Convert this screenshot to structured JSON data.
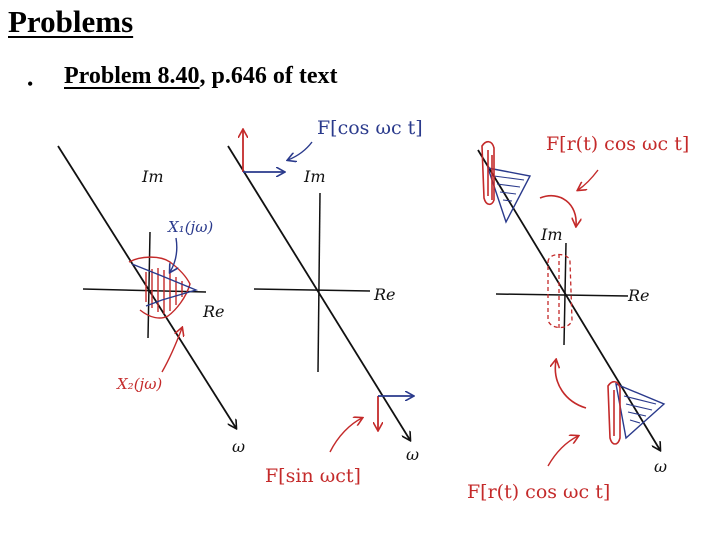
{
  "slide": {
    "title": "Problems",
    "bullet": {
      "marker": "•",
      "link_text": "Problem 8.40",
      "rest_text": ", p.646 of text"
    }
  },
  "figure": {
    "left_diagram": {
      "im_label": "Im",
      "re_label": "Re",
      "omega_label": "ω",
      "x1_label": "X₁(jω)",
      "x2_label": "X₂(jω)"
    },
    "middle_diagram": {
      "im_label": "Im",
      "re_label": "Re",
      "omega_label": "ω",
      "cos_label": "F[cos ωc t]",
      "sin_label": "F[sin ωct]"
    },
    "right_diagram": {
      "im_label": "Im",
      "re_label": "Re",
      "omega_label": "ω",
      "top_label": "F[r(t) cos ωc t]",
      "bottom_label": "F[r(t) cos ωc t]"
    },
    "colors": {
      "axis": "#111111",
      "blue": "#2a3a8c",
      "red": "#c42a2a",
      "pink": "#d24a6a"
    }
  }
}
